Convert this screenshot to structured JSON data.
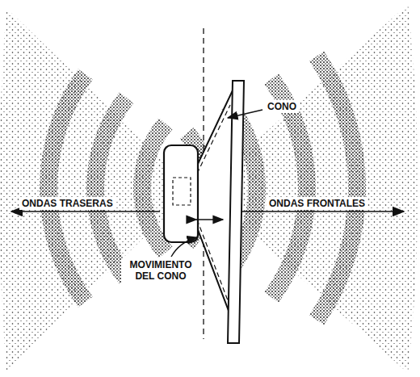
{
  "diagram": {
    "labels": [
      "CONO",
      "ONDAS TRASERAS",
      "ONDAS FRONTALES",
      "MOVIMIENTO DEL CONO"
    ]
  }
}
